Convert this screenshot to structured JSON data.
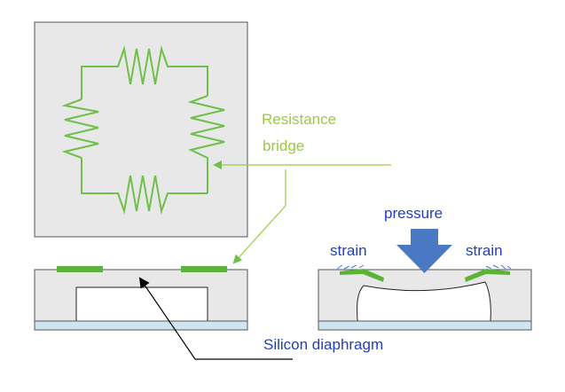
{
  "labels": {
    "resistance_line1": "Resistance",
    "resistance_line2": "bridge",
    "pressure": "pressure",
    "strain_left": "strain",
    "strain_right": "strain",
    "silicon": "Silicon diaphragm"
  },
  "colors": {
    "chip_fill": "#e8e8e8",
    "chip_border": "#555555",
    "resistor": "#6fbf4a",
    "pad": "#5cb33a",
    "substrate": "#cfe6ee",
    "pressure_arrow": "#4a78c2",
    "pointer_line": "#9acb3c",
    "black_line": "#000000",
    "green_text": "#9acb3c",
    "blue_text": "#1f3fbf"
  }
}
